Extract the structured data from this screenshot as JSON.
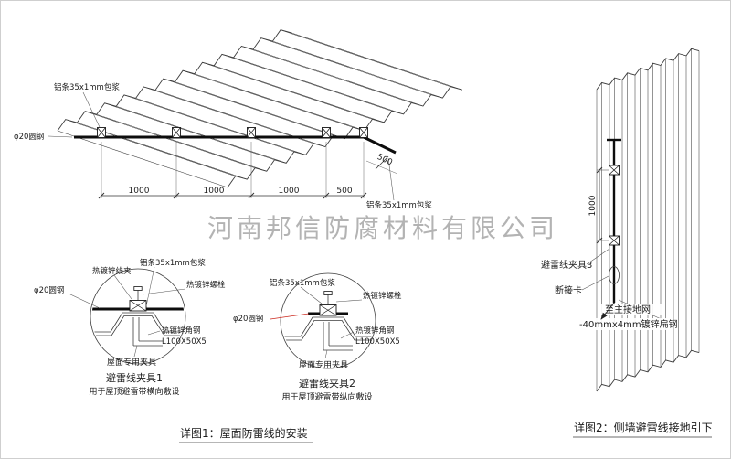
{
  "colors": {
    "line": "#3c3c3c",
    "red": "#cc2a20",
    "watermark": "#a6a6a6"
  },
  "watermark": "河南邦信防腐材料有限公司",
  "roof_view": {
    "label_strip_top": "铝条35x1mm包浆",
    "label_rod": "φ20圆钢",
    "label_strip_right": "铝条35x1mm包浆",
    "dims_bottom": [
      "1000",
      "1000",
      "1000",
      "500"
    ],
    "dim_right": "500"
  },
  "detail1": {
    "label_clip": "热镀锌线夹",
    "label_strip": "铝条35x1mm包浆",
    "label_bolt": "热镀锌螺栓",
    "label_rod": "φ20圆钢",
    "label_angle1": "热镀锌角钢",
    "label_angle2": "L100X50X5",
    "label_fixture": "屋面专用夹具",
    "title": "避雷线夹具1",
    "subtitle": "用于屋顶避雷带横向敷设"
  },
  "detail2": {
    "label_strip": "铝条35x1mm包浆",
    "label_bolt": "热镀锌螺栓",
    "label_rod": "φ20圆钢",
    "label_angle1": "热镀锌角钢",
    "label_angle2": "L100X50X5",
    "label_fixture": "屋面专用夹具",
    "title": "避雷线夹具2",
    "subtitle": "用于屋顶避雷带纵向敷设"
  },
  "wall_view": {
    "dim": "1000",
    "label_clamp": "避雷线夹具3",
    "label_disconnect": "断接卡",
    "label_ground": "至主接地网",
    "label_flat_steel": "-40mmx4mm镀锌扁钢"
  },
  "captions": {
    "detail1": "详图1：屋面防雷线的安装",
    "detail2": "详图2：侧墙避雷线接地引下"
  }
}
